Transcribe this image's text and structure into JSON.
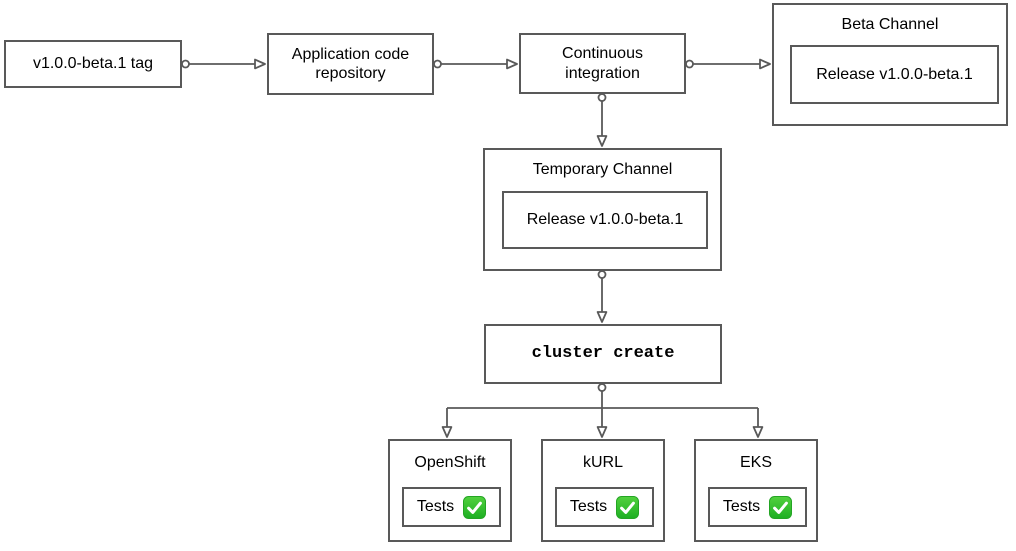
{
  "colors": {
    "border": "#595959",
    "arrow": "#595959",
    "text": "#000000",
    "background": "#ffffff",
    "check-green-light": "#52d13e",
    "check-green-dark": "#1daf23",
    "check-mark": "#ffffff"
  },
  "nodes": {
    "version_tag": {
      "label": "v1.0.0-beta.1 tag"
    },
    "app_repo": {
      "label": "Application code repository"
    },
    "continuous_integration": {
      "label": "Continuous integration"
    },
    "beta_channel": {
      "title": "Beta Channel",
      "release_label": "Release v1.0.0-beta.1"
    },
    "temporary_channel": {
      "title": "Temporary Channel",
      "release_label": "Release v1.0.0-beta.1"
    },
    "cluster_create": {
      "label": "cluster create"
    },
    "clusters": [
      {
        "title": "OpenShift",
        "tests_label": "Tests",
        "status_icon": "check-mark-button"
      },
      {
        "title": "kURL",
        "tests_label": "Tests",
        "status_icon": "check-mark-button"
      },
      {
        "title": "EKS",
        "tests_label": "Tests",
        "status_icon": "check-mark-button"
      }
    ]
  }
}
